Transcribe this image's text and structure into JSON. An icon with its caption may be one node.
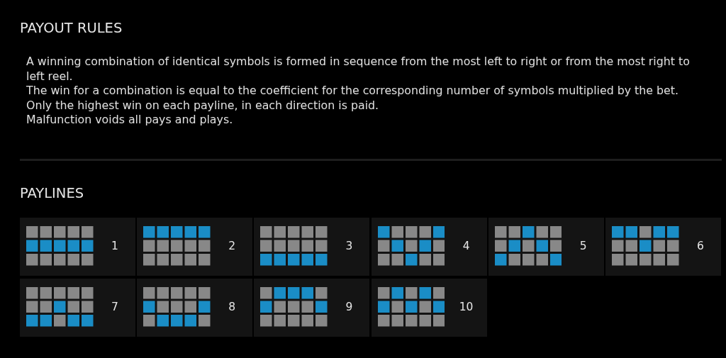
{
  "diagram": {
    "nodes": [
      {
        "text": [
          "1"
        ]
      },
      {
        "text": [
          "2"
        ]
      },
      {
        "text": [
          "3"
        ]
      },
      {
        "text": [
          "4"
        ]
      },
      {
        "text": [
          "5"
        ]
      },
      {
        "text": [
          "6"
        ]
      },
      {
        "text": [
          "7"
        ]
      },
      {
        "text": [
          "8"
        ]
      },
      {
        "text": [
          "9"
        ]
      },
      {
        "text": [
          "10"
        ]
      }
    ],
    "edges": [],
    "labels": [
      "PAYOUT RULES",
      "A winning combination of identical symbols is formed in sequence from the most left to right or from the most right to left reel.",
      "The win for a combination is equal to the coefficient for the corresponding number of symbols multiplied by the bet.",
      "Only the highest win on each payline, in each direction is paid.",
      "Malfunction voids all pays and plays.",
      "PAYLINES"
    ]
  }
}
